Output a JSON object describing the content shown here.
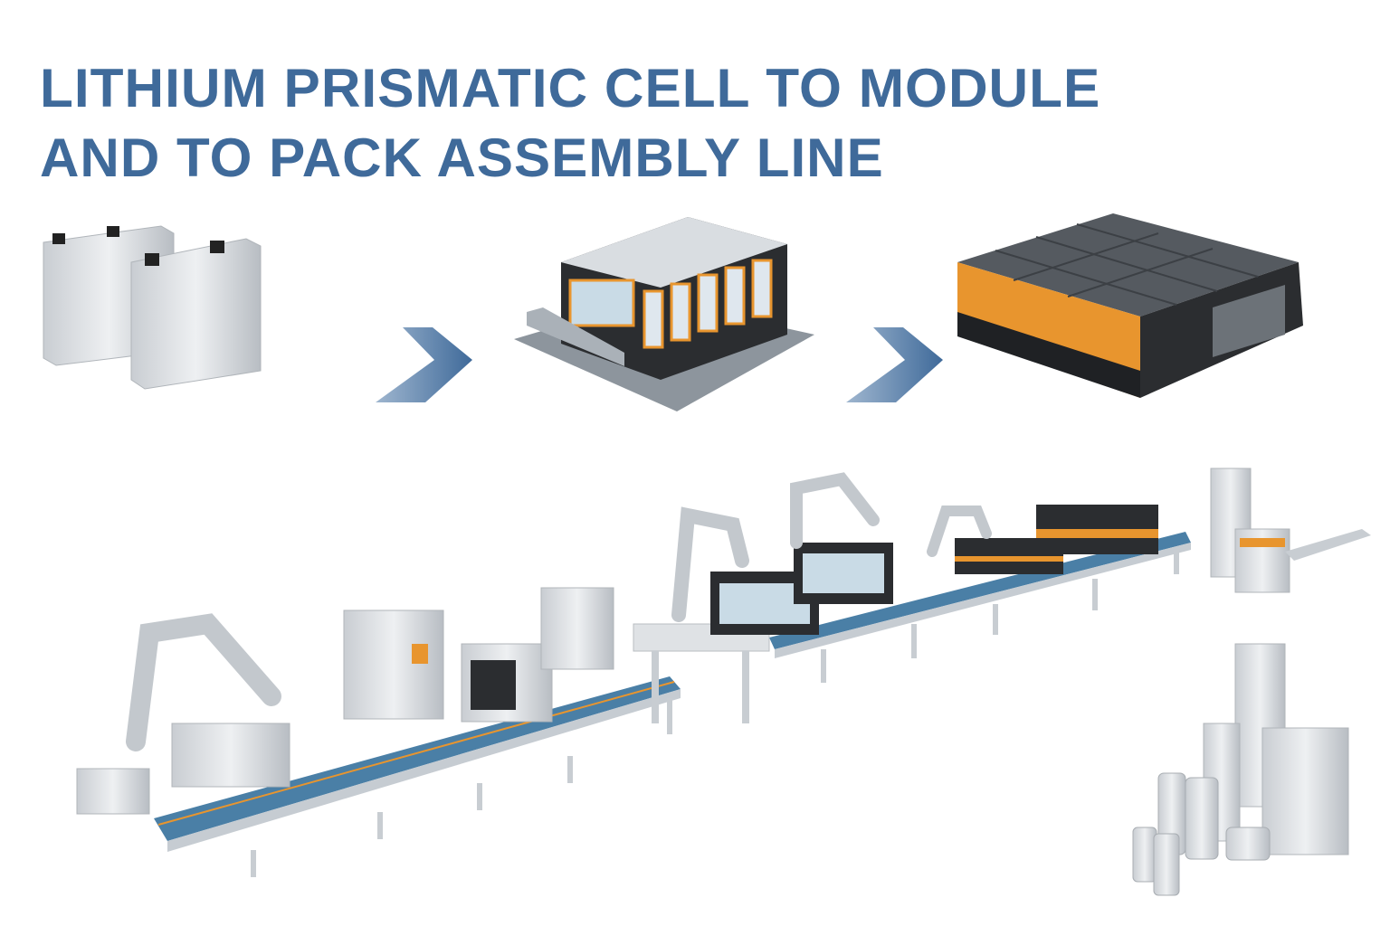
{
  "title": {
    "line1": "LITHIUM PRISMATIC CELL TO MODULE",
    "line2": "AND TO PACK ASSEMBLY LINE"
  },
  "stages": [
    "prismatic-cells",
    "battery-module",
    "battery-pack"
  ],
  "colors": {
    "title": "#3f6a9a",
    "arrow": "#3f6a9a",
    "accent_orange": "#e8952e",
    "conveyor_blue": "#4a7fa6",
    "metal": "#d4d8dc",
    "dark": "#2b2d30"
  }
}
